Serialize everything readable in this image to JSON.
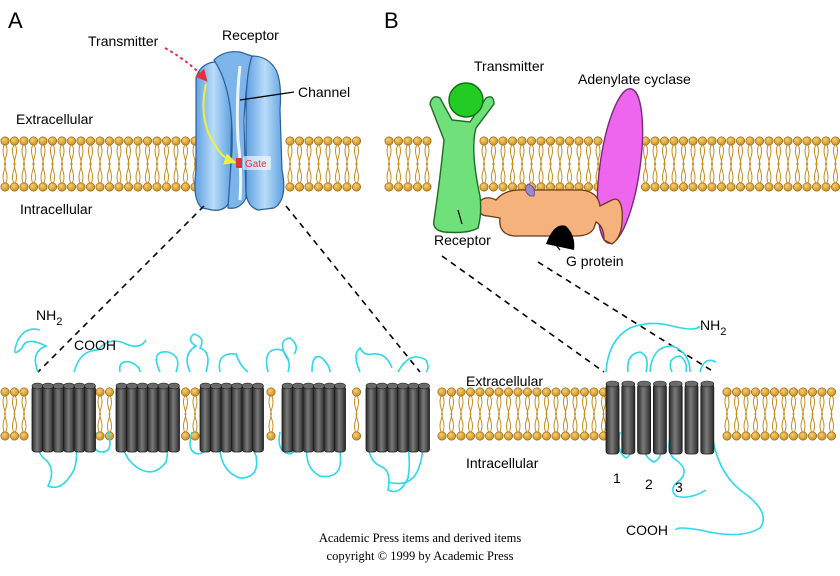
{
  "panels": {
    "a": {
      "letter": "A",
      "transmitter": "Transmitter",
      "receptor": "Receptor",
      "channel": "Channel",
      "gate": "Gate",
      "extracellular": "Extracellular",
      "intracellular": "Intracellular"
    },
    "b": {
      "letter": "B",
      "transmitter": "Transmitter",
      "adenylate_cyclase": "Adenylate cyclase",
      "receptor": "Receptor",
      "g_protein": "G protein"
    }
  },
  "lower_left": {
    "n_terminus": "NH",
    "n_terminus_sub": "2",
    "c_terminus": "COOH",
    "extracellular": "Extracellular",
    "intracellular": "Intracellular"
  },
  "lower_right": {
    "n_terminus": "NH",
    "n_terminus_sub": "2",
    "c_terminus": "COOH",
    "loops": [
      "1",
      "2",
      "3"
    ]
  },
  "credit": {
    "line1": "Academic Press items and derived items",
    "line2": "copyright © 1999 by Academic Press"
  },
  "colors": {
    "lipid_head": "#e0a321",
    "lipid_tail": "#c98a1a",
    "channel": "#8ec1ee",
    "helix": "#4a4a4a",
    "loop": "#2ed8e8",
    "transmitter": "#22cc22",
    "receptor_b": "#6fe07a",
    "adenylate_cyclase": "#ee66ee",
    "g_protein": "#f6b27c",
    "gate": "#e8303a"
  }
}
